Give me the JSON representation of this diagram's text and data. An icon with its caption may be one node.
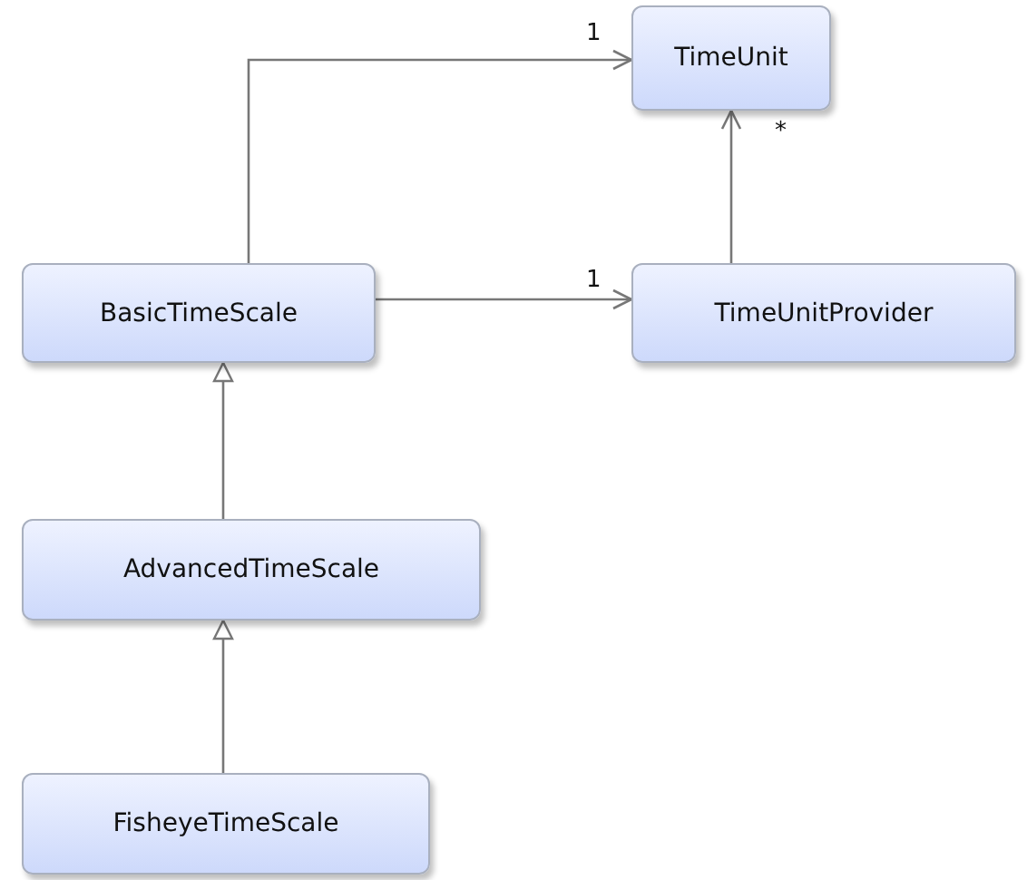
{
  "diagram": {
    "nodes": [
      {
        "text": [
          "TimeUnit"
        ]
      },
      {
        "text": [
          "BasicTimeScale"
        ]
      },
      {
        "text": [
          "TimeUnitProvider"
        ]
      },
      {
        "text": [
          "AdvancedTimeScale"
        ]
      },
      {
        "text": [
          "FisheyeTimeScale"
        ]
      }
    ],
    "edges": [
      {
        "from": 1,
        "to": 0,
        "arrow": "to",
        "label": "1"
      },
      {
        "from": 1,
        "to": 2,
        "arrow": "to",
        "label": "1"
      },
      {
        "from": 2,
        "to": 0,
        "arrow": "to",
        "label": "*"
      },
      {
        "from": 3,
        "to": 1,
        "arrow": "to"
      },
      {
        "from": 4,
        "to": 3,
        "arrow": "to"
      }
    ]
  }
}
